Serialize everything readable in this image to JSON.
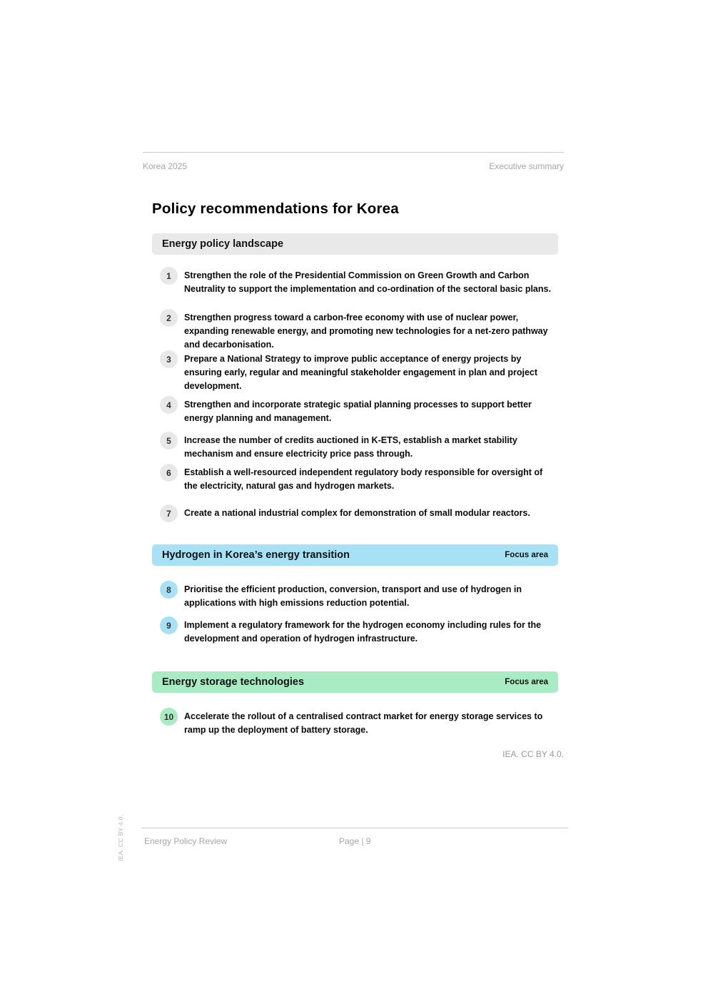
{
  "header": {
    "left": "Korea 2025",
    "right": "Executive summary"
  },
  "title": "Policy recommendations for Korea",
  "sections": [
    {
      "label": "Energy policy landscape",
      "focus_label": "",
      "theme": {
        "header_bg": "#e9e9e9",
        "badge_bg": "#e8e8e8"
      },
      "items": [
        {
          "num": "1",
          "text": "Strengthen the role of the Presidential Commission on Green Growth and Carbon Neutrality to support the implementation and co-ordination of the sectoral basic plans."
        },
        {
          "num": "2",
          "text": "Strengthen progress toward a carbon-free economy with use of nuclear power, expanding renewable energy, and promoting new technologies for a net-zero pathway and decarbonisation."
        },
        {
          "num": "3",
          "text": "Prepare a National Strategy to improve public acceptance of energy projects by ensuring early, regular and meaningful stakeholder engagement in plan and project development."
        },
        {
          "num": "4",
          "text": "Strengthen and incorporate strategic spatial planning processes to support better energy planning and management."
        },
        {
          "num": "5",
          "text": "Increase the number of credits auctioned in K-ETS, establish a market stability mechanism and ensure electricity price pass through."
        },
        {
          "num": "6",
          "text": "Establish a well-resourced independent regulatory body responsible for oversight of the electricity, natural gas and hydrogen markets."
        },
        {
          "num": "7",
          "text": "Create a national industrial complex for demonstration of small modular reactors."
        }
      ]
    },
    {
      "label": "Hydrogen in Korea’s energy transition",
      "focus_label": "Focus area",
      "theme": {
        "header_bg": "#a6e1f5",
        "badge_bg": "#a6e1f5"
      },
      "items": [
        {
          "num": "8",
          "text": "Prioritise the efficient production, conversion, transport and use of hydrogen in applications with high emissions reduction potential."
        },
        {
          "num": "9",
          "text": "Implement a regulatory framework for the hydrogen economy including rules for the development and operation of hydrogen infrastructure."
        }
      ]
    },
    {
      "label": "Energy storage technologies",
      "focus_label": "Focus area",
      "theme": {
        "header_bg": "#a9ecc3",
        "badge_bg": "#a9ecc3"
      },
      "items": [
        {
          "num": "10",
          "text": "Accelerate the rollout of a centralised contract market for energy storage services to ramp up the deployment of battery storage."
        }
      ]
    }
  ],
  "credit": "IEA. CC BY 4.0.",
  "side_credit": "IEA. CC BY 4.0.",
  "footer": {
    "left": "Energy Policy Review",
    "page": "Page | 9"
  }
}
